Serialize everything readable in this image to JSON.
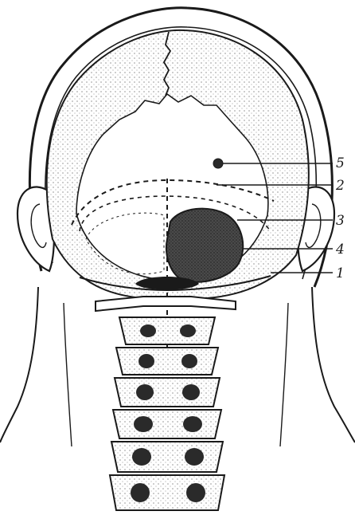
{
  "figure": {
    "ink_color": "#1a1a1a",
    "paper_color": "#ffffff",
    "tumor_color": "#3a3a3a",
    "callouts": [
      {
        "id": "callout-5",
        "label": "5"
      },
      {
        "id": "callout-2",
        "label": "2"
      },
      {
        "id": "callout-3",
        "label": "3"
      },
      {
        "id": "callout-4",
        "label": "4"
      },
      {
        "id": "callout-1",
        "label": "1"
      }
    ]
  }
}
